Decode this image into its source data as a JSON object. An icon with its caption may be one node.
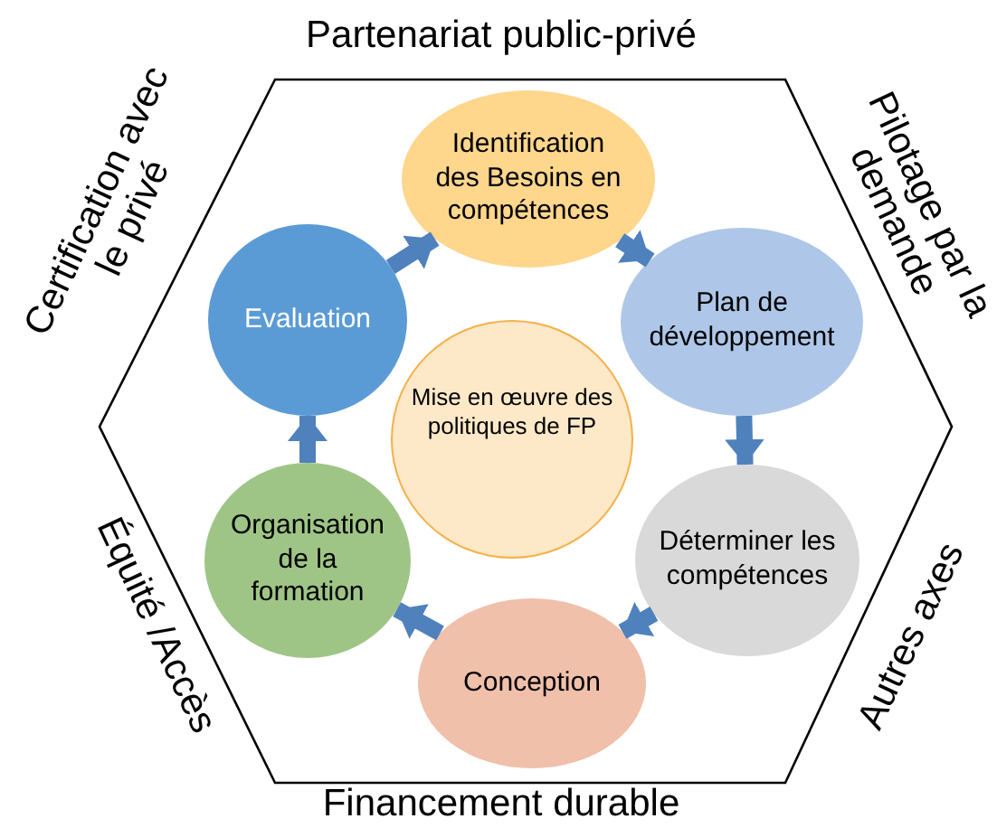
{
  "diagram": {
    "nodes": [
      {
        "text": [
          "Partenariat public-privé",
          "Certification avec le privé",
          "Pilotage par la demande",
          "Équité /Accès",
          "Autres axes",
          "Financement durable"
        ]
      },
      {
        "text": [
          "Identification des Besoins en compétences"
        ],
        "in": 0
      },
      {
        "text": [
          "Plan de développement"
        ],
        "in": 0
      },
      {
        "text": [
          "Mise en œuvre des politiques de FP"
        ],
        "in": 0
      },
      {
        "text": [
          "Déterminer les compétences"
        ],
        "in": 0
      },
      {
        "text": [
          "Conception"
        ],
        "in": 0
      },
      {
        "text": [
          "Organisation de la formation"
        ],
        "in": 0
      },
      {
        "text": [
          "Evaluation"
        ],
        "in": 0
      }
    ],
    "edges": [
      {
        "from": 7,
        "to": 1,
        "arrow": "to"
      },
      {
        "from": 1,
        "to": 2,
        "arrow": "to"
      },
      {
        "from": 2,
        "to": 4,
        "arrow": "to"
      },
      {
        "from": 4,
        "to": 5,
        "arrow": "to"
      },
      {
        "from": 5,
        "to": 6,
        "arrow": "to"
      },
      {
        "from": 6,
        "to": 7,
        "arrow": "to"
      }
    ]
  }
}
